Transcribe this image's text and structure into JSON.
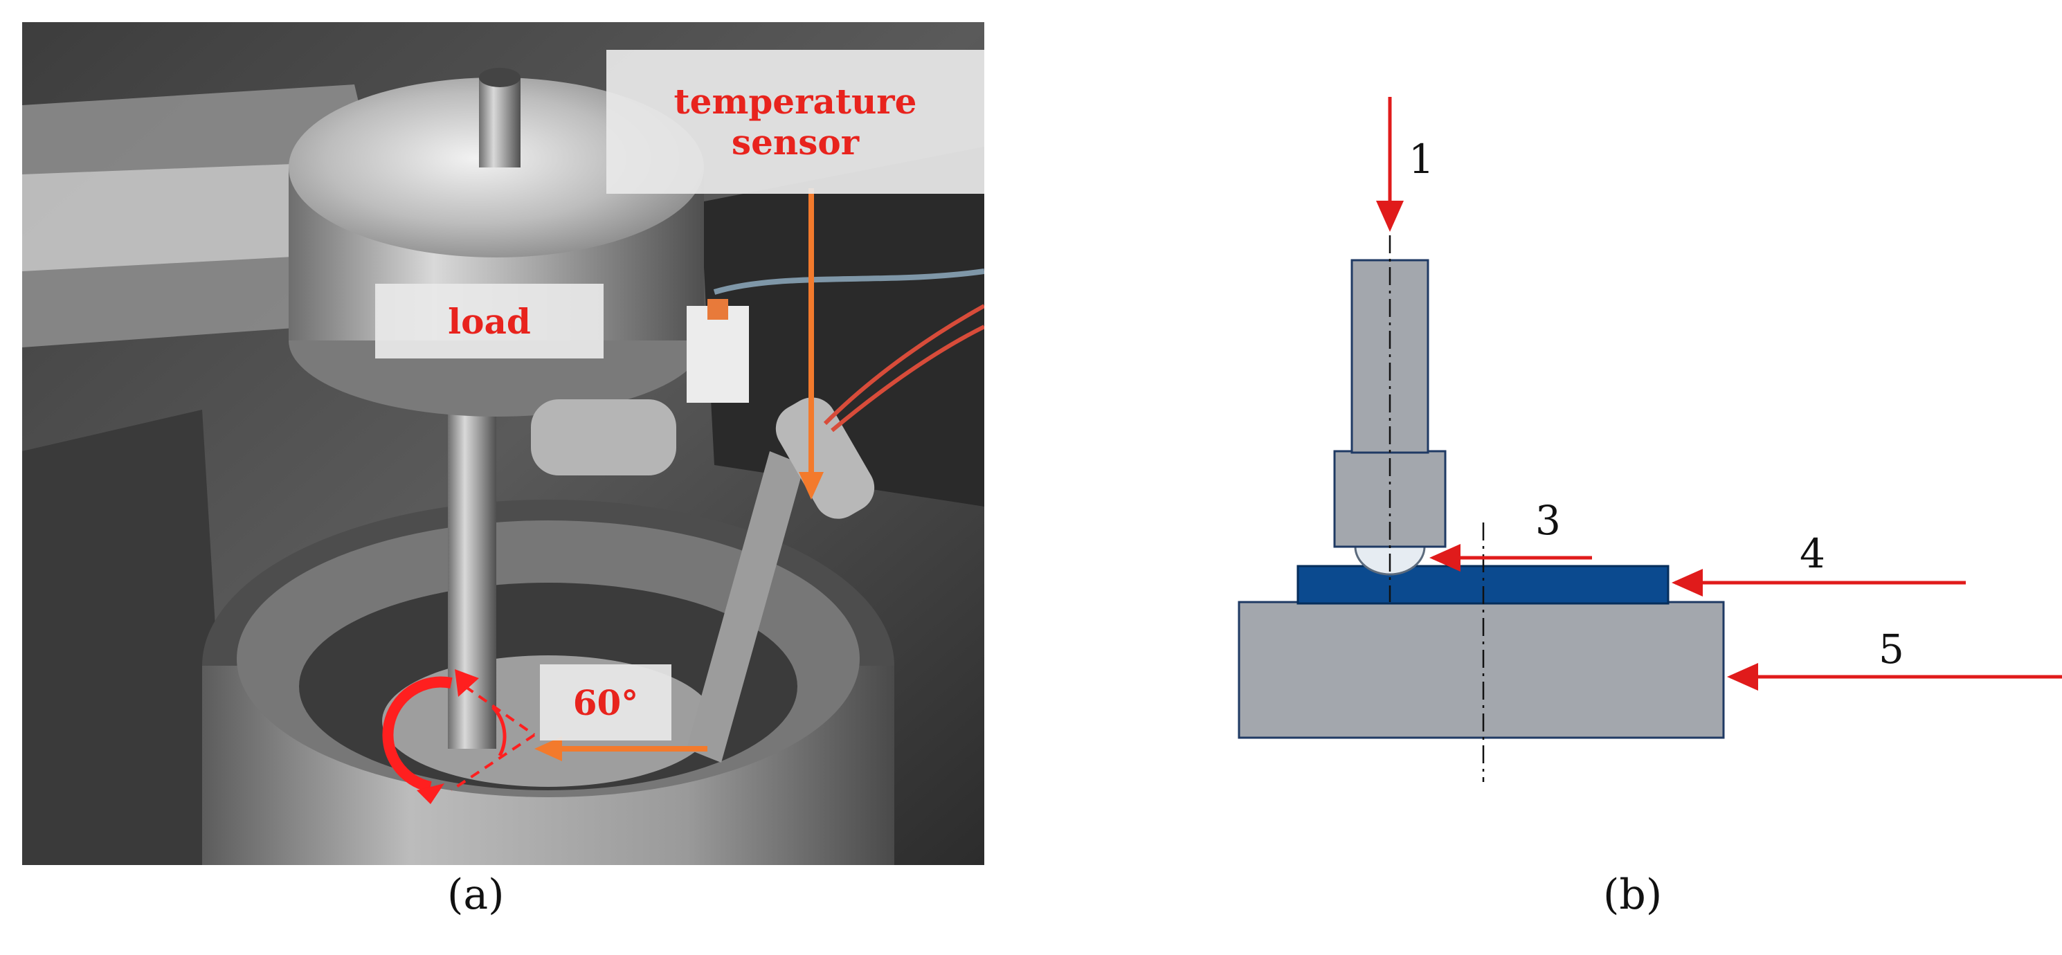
{
  "panel_a": {
    "caption": "(a)",
    "labels": {
      "temperature_line1": "temperature",
      "temperature_line2": "sensor",
      "load": "load",
      "angle": "60°"
    }
  },
  "panel_b": {
    "caption": "(b)",
    "numbers": [
      "1",
      "3",
      "4",
      "5"
    ],
    "colors": {
      "part_gray": "#a3a7ad",
      "disc_blue": "#0b4a8f",
      "arrow_red": "#e01b1b"
    }
  },
  "colors": {
    "label_red": "#e8231d",
    "pointer_orange": "#f37a2c"
  }
}
